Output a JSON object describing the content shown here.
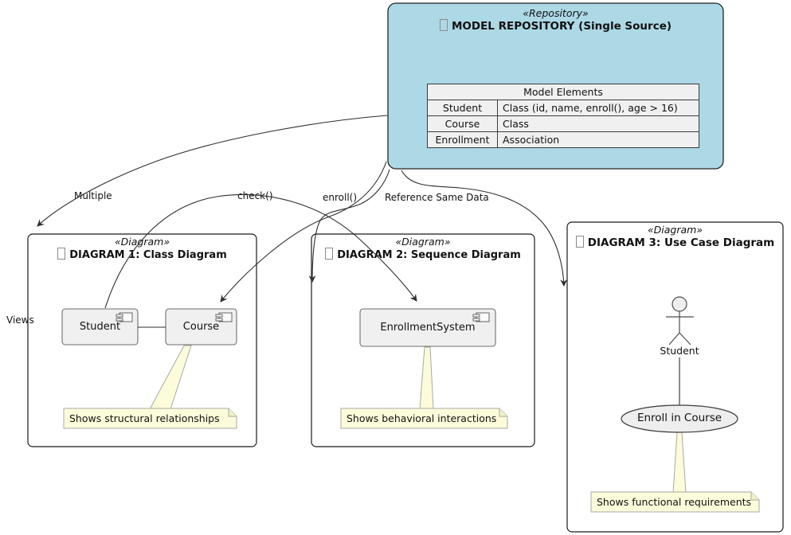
{
  "repository": {
    "stereotype": "«Repository»",
    "title": "MODEL REPOSITORY (Single Source)",
    "table": {
      "header": "Model Elements",
      "rows": [
        [
          "Student",
          "Class (id, name, enroll(), age > 16)"
        ],
        [
          "Course",
          "Class"
        ],
        [
          "Enrollment",
          "Association"
        ]
      ]
    }
  },
  "diagram1": {
    "stereotype": "«Diagram»",
    "title": "DIAGRAM 1: Class Diagram",
    "component1": "Student",
    "component2": "Course",
    "note": "Shows structural relationships"
  },
  "diagram2": {
    "stereotype": "«Diagram»",
    "title": "DIAGRAM 2: Sequence Diagram",
    "component1": "EnrollmentSystem",
    "note": "Shows behavioral interactions"
  },
  "diagram3": {
    "stereotype": "«Diagram»",
    "title": "DIAGRAM 3: Use Case Diagram",
    "actor": "Student",
    "usecase": "Enroll in Course",
    "note": "Shows functional requirements"
  },
  "edge_labels": {
    "multiple": "Multiple",
    "views": "Views",
    "check": "check()",
    "enroll": "enroll()",
    "reference": "Reference Same Data"
  },
  "colors": {
    "repository_fill": "#ADD8E6",
    "box_border": "#222222",
    "component_fill": "#F0F0F0",
    "component_border": "#6E6E6E",
    "table_cell_fill": "#F0F0F0",
    "note_fill": "#FCFCDA",
    "note_border": "#A9A9A9",
    "ellipse_fill": "#EEEEEE",
    "edge_stroke": "#2E2E2E"
  }
}
